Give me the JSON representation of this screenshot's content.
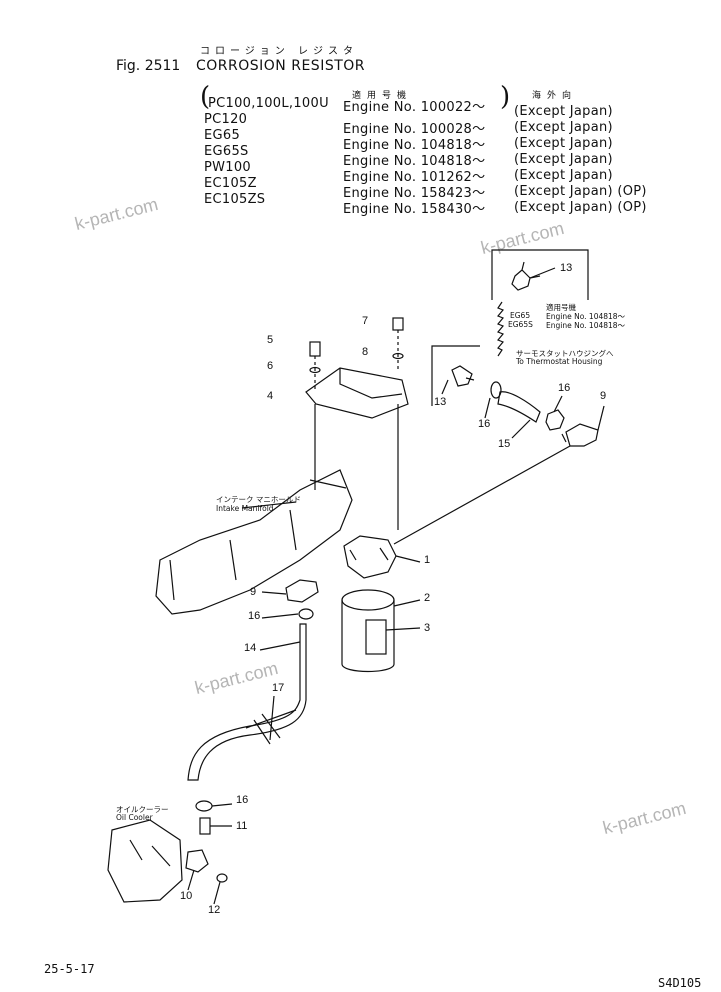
{
  "header": {
    "fig": "Fig. 2511",
    "title_jp": "コロージョン レジスタ",
    "title": "CORROSION RESISTOR",
    "serial_header_jp": "適用号機",
    "dest_header_jp": "海外向"
  },
  "applicability": [
    {
      "model": "PC100,100L,100U",
      "engine": "Engine No. 100022～",
      "dest": "(Except Japan)"
    },
    {
      "model": "PC120",
      "engine": "Engine No. 100028～",
      "dest": "(Except Japan)"
    },
    {
      "model": "EG65",
      "engine": "Engine No. 104818～",
      "dest": "(Except Japan)"
    },
    {
      "model": "EG65S",
      "engine": "Engine No. 104818～",
      "dest": "(Except Japan)"
    },
    {
      "model": "PW100",
      "engine": "Engine No. 101262～",
      "dest": "(Except Japan)"
    },
    {
      "model": "EC105Z",
      "engine": "Engine No. 158423～",
      "dest": "(Except Japan) (OP)"
    },
    {
      "model": "EC105ZS",
      "engine": "Engine No. 158430～",
      "dest": "(Except Japan) (OP)"
    }
  ],
  "inset_top": {
    "part": "13",
    "note_jp": "適用号機",
    "line1_model": "EG65",
    "line1_engine": "Engine No. 104818～",
    "line2_model": "EG65S",
    "line2_engine": "Engine No. 104818～"
  },
  "inset_mid": {
    "part": "13",
    "note_jp": "サーモスタットハウジングへ",
    "note_en": "To Thermostat Housing"
  },
  "labels": {
    "intake_jp": "インテーク マニホールド",
    "intake_en": "Intake Manifold",
    "oil_jp": "オイルクーラー",
    "oil_en": "Oil Cooler"
  },
  "parts": {
    "p1": "1",
    "p2": "2",
    "p3": "3",
    "p4": "4",
    "p5": "5",
    "p6": "6",
    "p7": "7",
    "p8": "8",
    "p9a": "9",
    "p9b": "9",
    "p10": "10",
    "p11": "11",
    "p12": "12",
    "p14": "14",
    "p15": "15",
    "p16a": "16",
    "p16b": "16",
    "p16c": "16",
    "p16d": "16",
    "p17": "17"
  },
  "watermark": "k-part.com",
  "footer": {
    "left": "25-5-17",
    "right": "S4D105"
  }
}
